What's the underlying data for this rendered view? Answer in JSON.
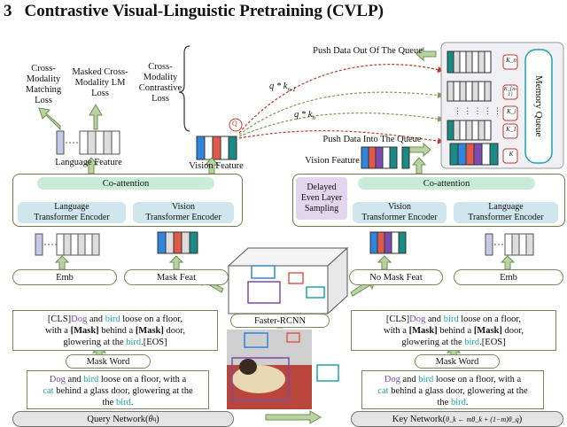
{
  "heading": {
    "number": "3",
    "title": "Contrastive Visual-Linguistic Pretraining (CVLP)"
  },
  "losses": {
    "cmm": [
      "Cross-",
      "Modality",
      "Matching",
      "Loss"
    ],
    "mcm": [
      "Masked Cross-",
      "Modality LM",
      "Loss"
    ],
    "cmc": [
      "Cross-",
      "Modality",
      "Contrastive",
      "Loss"
    ]
  },
  "features": {
    "language": "Language Feature",
    "vision_left": "Vision Feature",
    "vision_right": "Vision Feature"
  },
  "q_badge": "Q",
  "queue": {
    "push_out": "Push Data Out Of The Queue",
    "push_in": "Push Data Into The Queue",
    "title": "Memory Queue",
    "k_labels": [
      "K_n",
      "K_{n-1}",
      "K_i",
      "K_1",
      "K"
    ]
  },
  "formulas": {
    "q_kn1": "q * k",
    "q_kn1_sub": "n-1",
    "q_kn": "q * k",
    "q_kn_sub": "n"
  },
  "query_net": {
    "co_attention": "Co-attention",
    "lang_enc": [
      "Language",
      "Transformer Encoder"
    ],
    "vis_enc": [
      "Vision",
      "Transformer Encoder"
    ],
    "emb": "Emb",
    "mask_feat": "Mask Feat",
    "masked_sentence": [
      "[CLS]",
      "Dog",
      " and ",
      "bird",
      " loose on a floor,",
      "with a ",
      "[Mask]",
      " behind a ",
      "[Mask]",
      " door,",
      "glowering at the ",
      "bird",
      ".[EOS]"
    ],
    "mask_word": "Mask Word",
    "sentence": [
      "Dog",
      " and ",
      "bird",
      " loose on a floor, with a",
      "cat",
      " behind a glass door, glowering at the",
      "bird",
      "."
    ],
    "footer": "Query Network(",
    "footer_theta": "θ",
    "footer_sub": "q",
    "footer_end": ")"
  },
  "key_net": {
    "delayed": [
      "Delayed",
      "Even Layer",
      "Sampling"
    ],
    "co_attention": "Co-attention",
    "vis_enc": [
      "Vision",
      "Transformer Encoder"
    ],
    "lang_enc": [
      "Language",
      "Transformer Encoder"
    ],
    "no_mask_feat": "No Mask Feat",
    "emb": "Emb",
    "masked_sentence": [
      "[CLS]",
      "Dog",
      " and ",
      "bird",
      " loose on a floor,",
      "with a ",
      "[Mask]",
      " behind a ",
      "[Mask]",
      " door,",
      "glowering at the ",
      "bird",
      ".[EOS]"
    ],
    "mask_word": "Mask Word",
    "sentence": [
      "Dog",
      " and ",
      "bird",
      " loose on a floor, with a",
      "cat",
      " behind a glass door, glowering at the",
      "bird",
      "."
    ],
    "footer": "Key Network(",
    "footer_formula": "θ_k ← mθ_k + (1−m)θ_q",
    "footer_end": ")"
  },
  "faster_rcnn": "Faster-RCNN",
  "colors": {
    "mask_token": "#d9d9d9",
    "vision_blue": "#2e86de",
    "vision_red": "#e05a4a",
    "vision_teal": "#1a8a84",
    "purple": "#a88cd0",
    "arrow_green": "#a4c38a"
  }
}
